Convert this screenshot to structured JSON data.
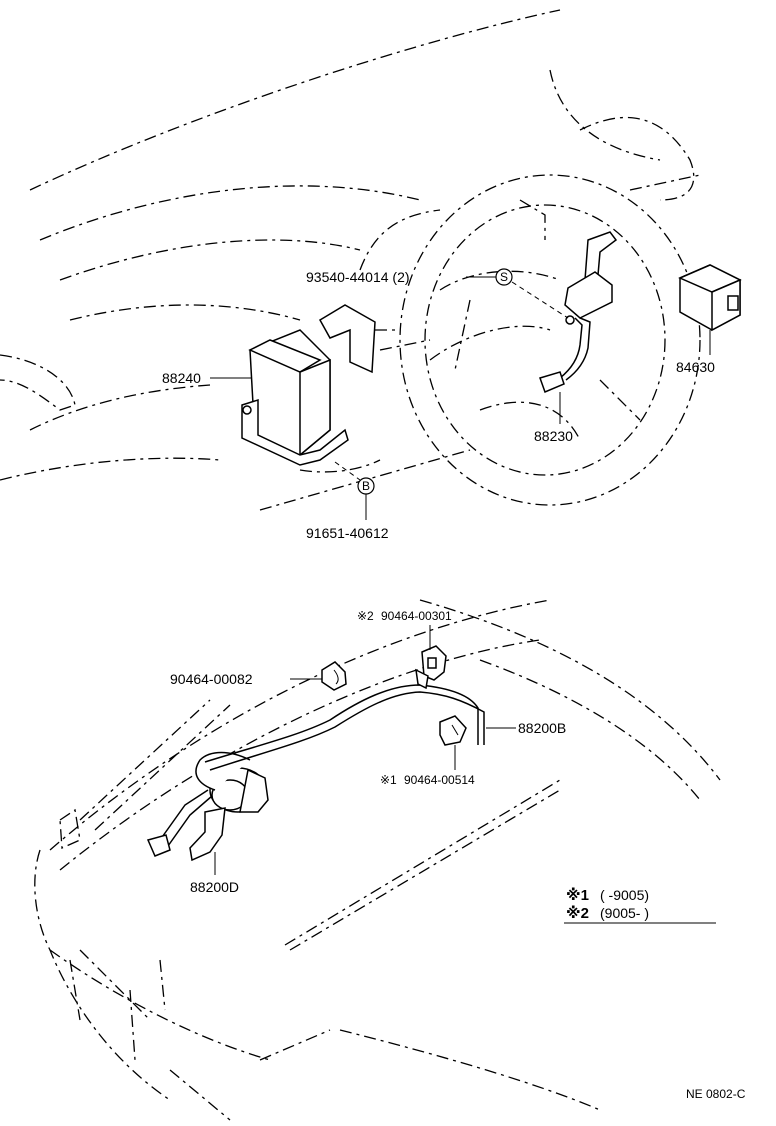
{
  "parts": {
    "p93540": "93540-44014 (2)",
    "p88240": "88240",
    "p84630": "84630",
    "p88230": "88230",
    "p91651": "91651-40612",
    "p90464_301": "90464-00301",
    "p90464_082": "90464-00082",
    "p88200b": "88200B",
    "p90464_514": "90464-00514",
    "p88200d": "88200D"
  },
  "markers": {
    "s_mark": "S",
    "b_mark": "B",
    "note1": "※2",
    "note2": "※1"
  },
  "legend": {
    "row1_mark": "※1",
    "row1_text": "(       -9005)",
    "row2_mark": "※2",
    "row2_text": "(9005-       )"
  },
  "figure_code": "NE 0802-C"
}
